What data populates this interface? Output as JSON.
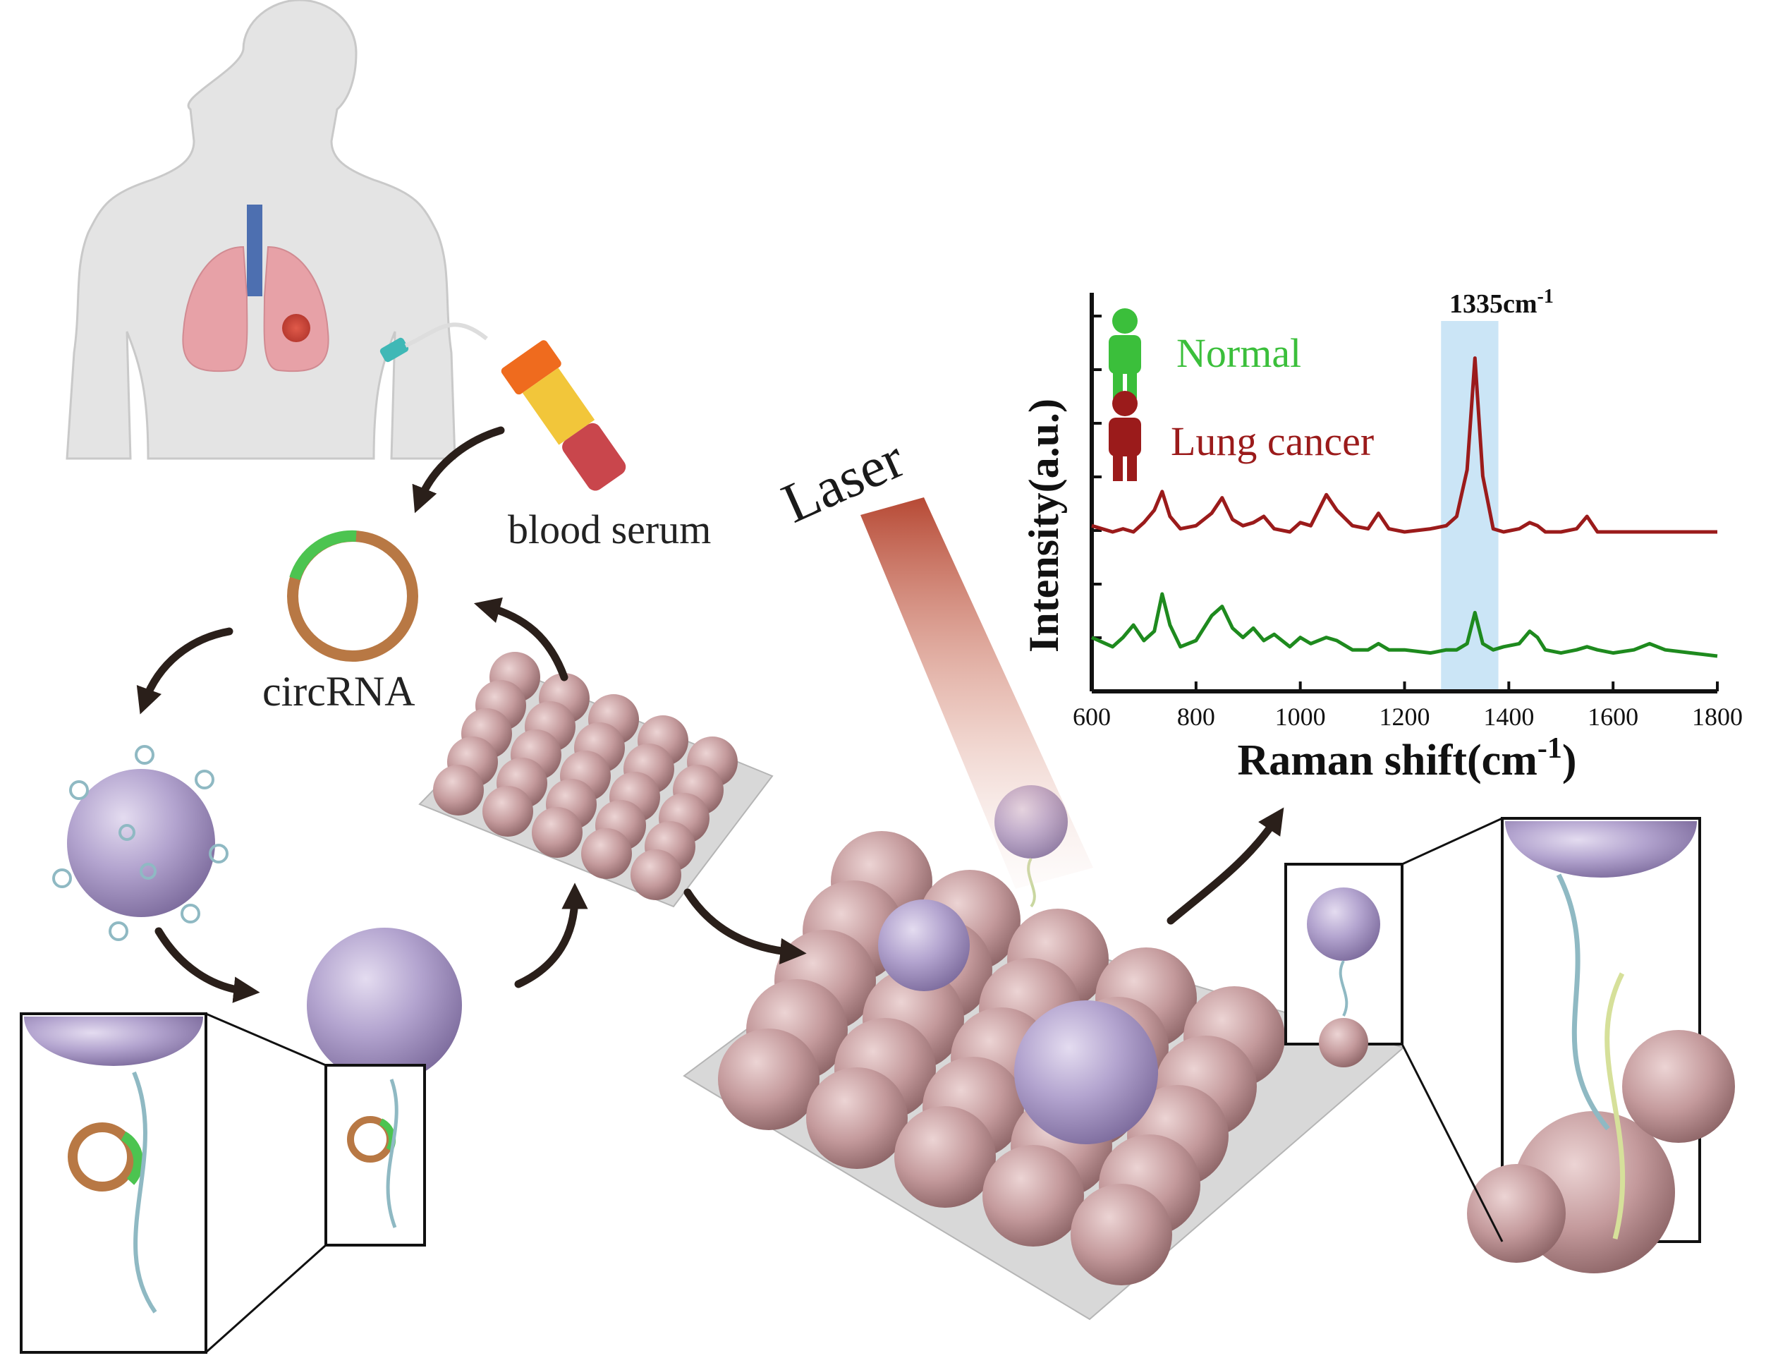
{
  "labels": {
    "blood_serum": "blood serum",
    "circrna": "circRNA",
    "laser": "Laser"
  },
  "chart_data": {
    "type": "line",
    "xlabel": "Raman shift(cm",
    "xlabel_sup": "-1",
    "xlabel_suffix": ")",
    "ylabel": "Intensity(a.u.)",
    "xlim": [
      600,
      1800
    ],
    "xticks": [
      "600",
      "800",
      "1000",
      "1200",
      "1400",
      "1600",
      "1800"
    ],
    "grid": false,
    "legend_position": "top-left",
    "highlight": {
      "x_range": [
        1270,
        1380
      ],
      "label": "1335cm",
      "label_sup": "-1"
    },
    "series": [
      {
        "name": "Normal",
        "color": "#1e8a1e",
        "legend_color": "#3bbf3b",
        "x": [
          600,
          640,
          660,
          680,
          700,
          720,
          735,
          750,
          770,
          800,
          830,
          850,
          870,
          890,
          910,
          930,
          950,
          980,
          1000,
          1020,
          1050,
          1070,
          1100,
          1130,
          1150,
          1170,
          1200,
          1250,
          1280,
          1300,
          1320,
          1335,
          1350,
          1370,
          1390,
          1420,
          1440,
          1455,
          1470,
          1500,
          1530,
          1550,
          1570,
          1600,
          1640,
          1670,
          1700,
          1750,
          1800
        ],
        "y": [
          0.06,
          0.03,
          0.06,
          0.1,
          0.05,
          0.08,
          0.2,
          0.1,
          0.03,
          0.05,
          0.13,
          0.16,
          0.09,
          0.06,
          0.09,
          0.05,
          0.07,
          0.03,
          0.06,
          0.04,
          0.06,
          0.05,
          0.02,
          0.02,
          0.04,
          0.02,
          0.02,
          0.01,
          0.02,
          0.02,
          0.04,
          0.14,
          0.04,
          0.02,
          0.03,
          0.04,
          0.08,
          0.06,
          0.02,
          0.01,
          0.02,
          0.03,
          0.02,
          0.01,
          0.02,
          0.04,
          0.02,
          0.01,
          0.0
        ]
      },
      {
        "name": "Lung cancer",
        "color": "#9b1b1b",
        "legend_color": "#9b1b1b",
        "x": [
          600,
          640,
          660,
          680,
          700,
          720,
          735,
          750,
          770,
          800,
          830,
          850,
          870,
          890,
          910,
          930,
          950,
          980,
          1000,
          1020,
          1050,
          1070,
          1100,
          1130,
          1150,
          1170,
          1200,
          1250,
          1280,
          1300,
          1320,
          1335,
          1350,
          1370,
          1390,
          1420,
          1440,
          1455,
          1470,
          1500,
          1530,
          1550,
          1570,
          1600,
          1640,
          1670,
          1700,
          1750,
          1800
        ],
        "y": [
          0.42,
          0.4,
          0.41,
          0.4,
          0.43,
          0.47,
          0.53,
          0.45,
          0.41,
          0.42,
          0.46,
          0.51,
          0.44,
          0.42,
          0.43,
          0.45,
          0.41,
          0.4,
          0.43,
          0.42,
          0.52,
          0.47,
          0.42,
          0.41,
          0.46,
          0.41,
          0.4,
          0.41,
          0.42,
          0.45,
          0.6,
          0.96,
          0.58,
          0.41,
          0.4,
          0.41,
          0.43,
          0.42,
          0.4,
          0.4,
          0.41,
          0.45,
          0.4,
          0.4,
          0.4,
          0.4,
          0.4,
          0.4,
          0.4
        ]
      }
    ]
  }
}
